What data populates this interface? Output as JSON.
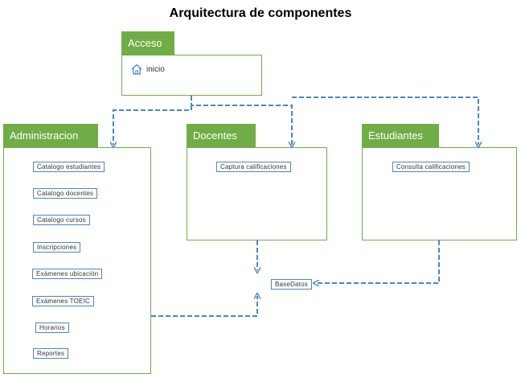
{
  "title": "Arquitectura de componentes",
  "acceso": {
    "label": "Acceso",
    "inicio": "inicio"
  },
  "administracion": {
    "label": "Administracion",
    "items": [
      "Catalogo estudiantes",
      "Catalogo docentes",
      "Catalogo cursos",
      "Inscripciones",
      "Exámenes ubicación",
      "Exámenes TOEIC",
      "Horarios",
      "Reportes"
    ]
  },
  "docentes": {
    "label": "Docentes",
    "item": "Captura calificaciones"
  },
  "estudiantes": {
    "label": "Estudiantes",
    "item": "Consulta calificaciones"
  },
  "basedatos": "BaseDatos",
  "colors": {
    "green": "#70ad47",
    "blue": "#4a86c5"
  }
}
